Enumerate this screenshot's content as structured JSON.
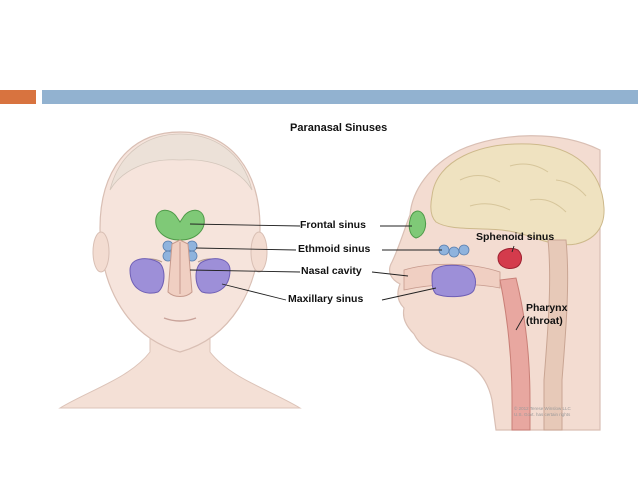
{
  "slide": {
    "colors": {
      "accent_orange": "#d8733f",
      "accent_blue": "#92b2d0"
    }
  },
  "diagram": {
    "title": "Paranasal Sinuses",
    "labels": {
      "frontal": "Frontal sinus",
      "ethmoid": "Ethmoid sinus",
      "nasal": "Nasal cavity",
      "maxillary": "Maxillary sinus",
      "sphenoid": "Sphenoid sinus",
      "pharynx_line1": "Pharynx",
      "pharynx_line2": "(throat)"
    },
    "credit_line1": "© 2012 Terese Winslow LLC",
    "credit_line2": "U.S. Govt. has certain rights",
    "colors": {
      "frontal_sinus": "#7fc977",
      "ethmoid_sinus": "#8fb3dd",
      "maxillary_sinus": "#9d8fd8",
      "sphenoid_sinus": "#d43b4c",
      "skin": "#f3dcd1",
      "brain": "#efe2c0"
    }
  }
}
